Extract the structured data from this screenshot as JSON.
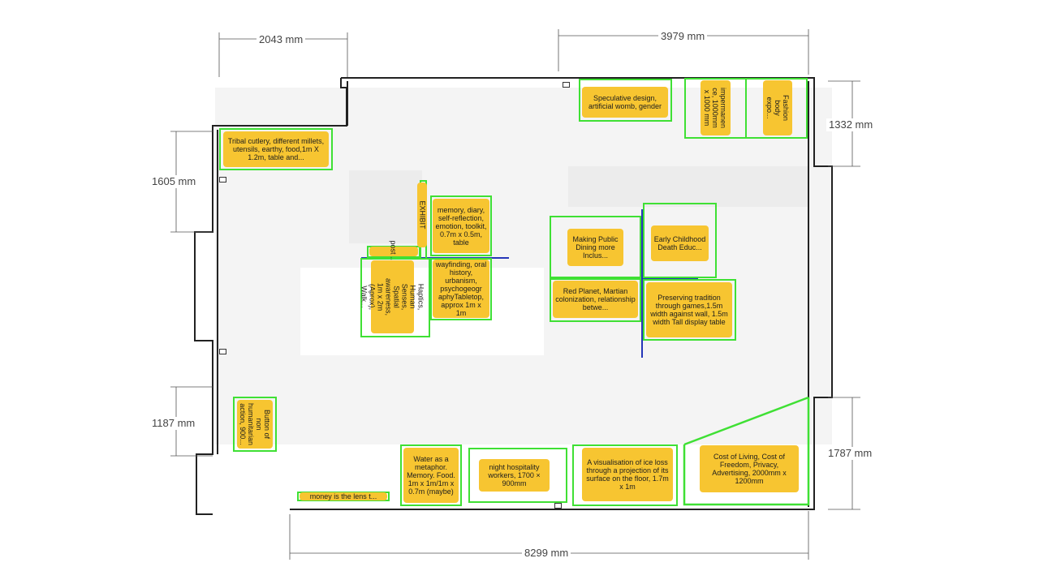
{
  "dimensions": {
    "top_left": "2043 mm",
    "top_right": "3979 mm",
    "right_top": "1332 mm",
    "left_upper": "1605 mm",
    "left_lower": "1187 mm",
    "right_lower": "1787 mm",
    "bottom": "8299 mm"
  },
  "stickies": {
    "tribal": "Tribal cutlery, different millets, utensils, earthy, food,1m X 1.2m, table and...",
    "speculative": "Speculative design, artificial womb, gender",
    "impermanence": "impermanen ce, 1000mm x 1000 mm",
    "fashion": "Fashion body expo...",
    "exhibit": "EXHIBIT",
    "post": "post ...",
    "memory": "memory, diary, self-reflection, emotion, toolkit, 0.7m x 0.5m, table",
    "haptics": "Haptics, Human Senses, Spatial awareness, 1m x 2m (Aprox), Walk...",
    "wayfinding": "wayfinding, oral history, urbanism, psychogeogr aphyTabletop, approx 1m x 1m",
    "making_public": "Making Public Dining more Inclus...",
    "early_childhood": "Early Childhood Death Educ...",
    "red_planet": "Red Planet, Martian colonization, relationship betwe...",
    "preserving": "Preserving tradition through games,1.5m width against wall, 1.5m width Tall display table",
    "button": "Button of non humanitarian action, 900...",
    "money": "money is the lens t...",
    "water": "Water as a metaphor. Memory. Food. 1m x 1m/1m x 0.7m (maybe)",
    "night": "night hospitality workers, 1700 × 900mm",
    "ice": "A visualisation of ice loss through a projection of its surface on the floor, 1.7m x 1m",
    "cost": "Cost of Living, Cost of Freedom, Privacy, Advertising, 2000mm x 1200mm"
  },
  "colors": {
    "zone_border": "#3fe034",
    "sticky": "#f7c531",
    "wall": "#222222",
    "guide_line": "#2536b8"
  }
}
